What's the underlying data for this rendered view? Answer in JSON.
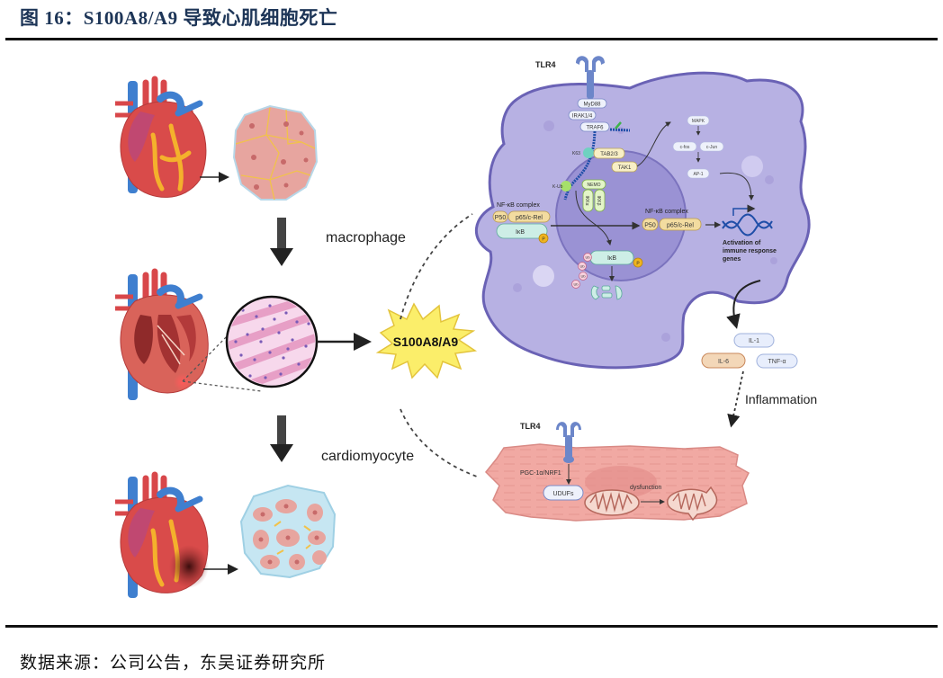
{
  "header": {
    "title": "图 16：S100A8/A9 导致心肌细胞死亡"
  },
  "footer": {
    "source": "数据来源：公司公告，东吴证券研究所"
  },
  "diagram": {
    "center_label": "S100A8/A9",
    "branch_labels": {
      "macrophage": "macrophage",
      "cardiomyocyte": "cardiomyocyte"
    },
    "left_panel": {
      "stages": [
        {
          "name": "healthy-heart",
          "tissue": "healthy-myocardium"
        },
        {
          "name": "inflamed-heart",
          "tissue": "infiltrated-myocardium"
        },
        {
          "name": "infarcted-heart",
          "tissue": "fibrotic-myocardium"
        }
      ]
    },
    "macrophage": {
      "receptor": "TLR4",
      "adaptors": [
        "MyD88",
        "IRAK1/4",
        "TRAF6"
      ],
      "tak_complex": [
        "TAB2/3",
        "TAK1"
      ],
      "small_labels": [
        "K63",
        "K-Ub"
      ],
      "ikk": {
        "nemo": "NEMO",
        "subunits": [
          "IKKα",
          "IKKβ"
        ]
      },
      "nfkb_cytoplasm": {
        "title": "NF-κB complex",
        "p50": "P50",
        "p65": "p65/c-Rel",
        "ikb": "IκB",
        "phospho": "P"
      },
      "degradation": {
        "ikb": "IκB",
        "phospho": "P",
        "ubiquitin": [
          "Ub",
          "Ub",
          "Ub",
          "Ub"
        ]
      },
      "nfkb_nucleus": {
        "title": "NF-κB complex",
        "p50": "P50",
        "p65": "p65/c-Rel"
      },
      "mapk_path": {
        "mapk": "MAPK",
        "c_fos": "c-fos",
        "c_jun": "c-Jun",
        "ap1": "AP-1"
      },
      "activation_text": [
        "Activation of",
        "immune response",
        "genes"
      ]
    },
    "cytokines": {
      "items": [
        "IL-1",
        "IL-6",
        "TNF-α"
      ],
      "colors": {
        "IL-1": "#e8eefc",
        "IL-6": "#f3d7b8",
        "TNF-α": "#e8eefc"
      }
    },
    "inflammation_label": "Inflammation",
    "cardiomyocyte_panel": {
      "receptor": "TLR4",
      "pathway": "PGC-1α/NRF1",
      "target": "UDUFs",
      "mito_label": "dysfunction"
    },
    "colors": {
      "macrophage_fill": "#b7b1e3",
      "macrophage_stroke": "#6a62b5",
      "nucleus_fill": "#9a92d4",
      "receptor": "#6c86c9",
      "star_fill": "#fbee6a",
      "star_stroke": "#e3c43c",
      "muscle_fill": "#f1a9a3",
      "muscle_stroke": "#d98a85"
    }
  }
}
